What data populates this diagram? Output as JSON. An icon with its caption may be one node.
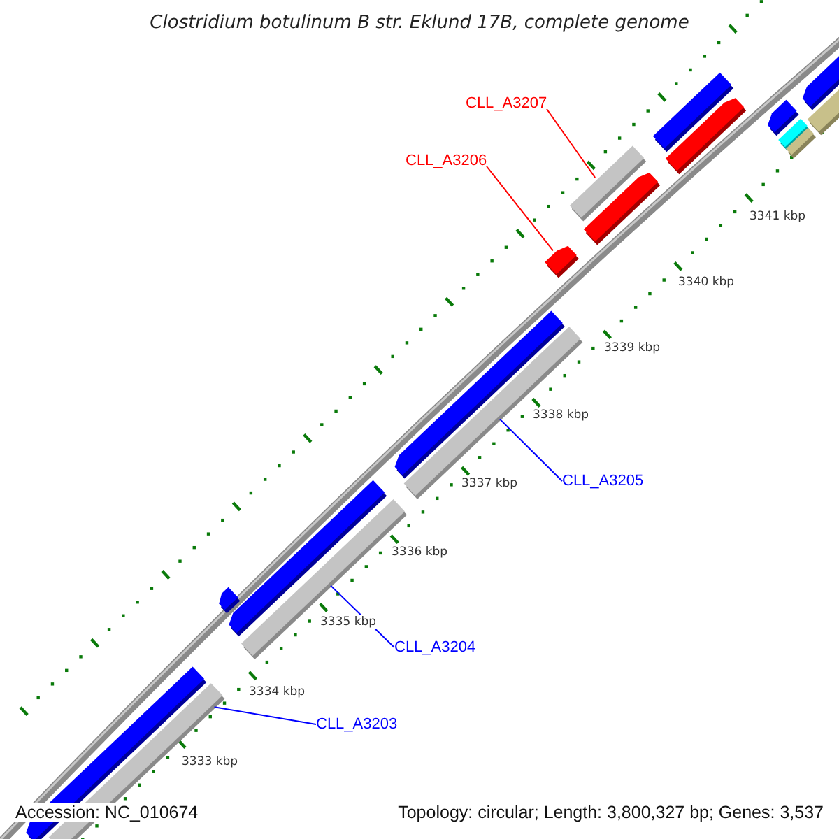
{
  "diagram": {
    "title": "Clostridium botulinum B str. Eklund 17B, complete genome",
    "nodes": [
      {
        "text": [
          "CLL_A3207"
        ]
      },
      {
        "text": [
          "CLL_A3206"
        ]
      },
      {
        "text": [
          "CLL_A3205"
        ]
      },
      {
        "text": [
          "CLL_A3204"
        ]
      },
      {
        "text": [
          "CLL_A3203"
        ]
      },
      {
        "text": [],
        "shape": "bar"
      },
      {
        "text": [],
        "shape": "bar"
      },
      {
        "text": [],
        "shape": "bar"
      },
      {
        "text": [],
        "shape": "bar"
      },
      {
        "text": [],
        "shape": "bar"
      }
    ],
    "edges": [
      {
        "from": 0,
        "to": 5,
        "arrow": "none",
        "color": "#ff0000"
      },
      {
        "from": 1,
        "to": 6,
        "arrow": "none",
        "color": "#ff0000"
      },
      {
        "from": 2,
        "to": 7,
        "arrow": "none"
      },
      {
        "from": 3,
        "to": 8,
        "arrow": "none"
      },
      {
        "from": 4,
        "to": 9,
        "arrow": "none"
      }
    ],
    "labels": [
      "3341 kbp",
      "3340 kbp",
      "3339 kbp",
      "3338 kbp",
      "3337 kbp",
      "3336 kbp",
      "3335 kbp",
      "3334 kbp",
      "3333 kbp",
      "Accession: NC_010674",
      "Topology: circular; Length: 3,800,327 bp; Genes: 3,537"
    ]
  }
}
